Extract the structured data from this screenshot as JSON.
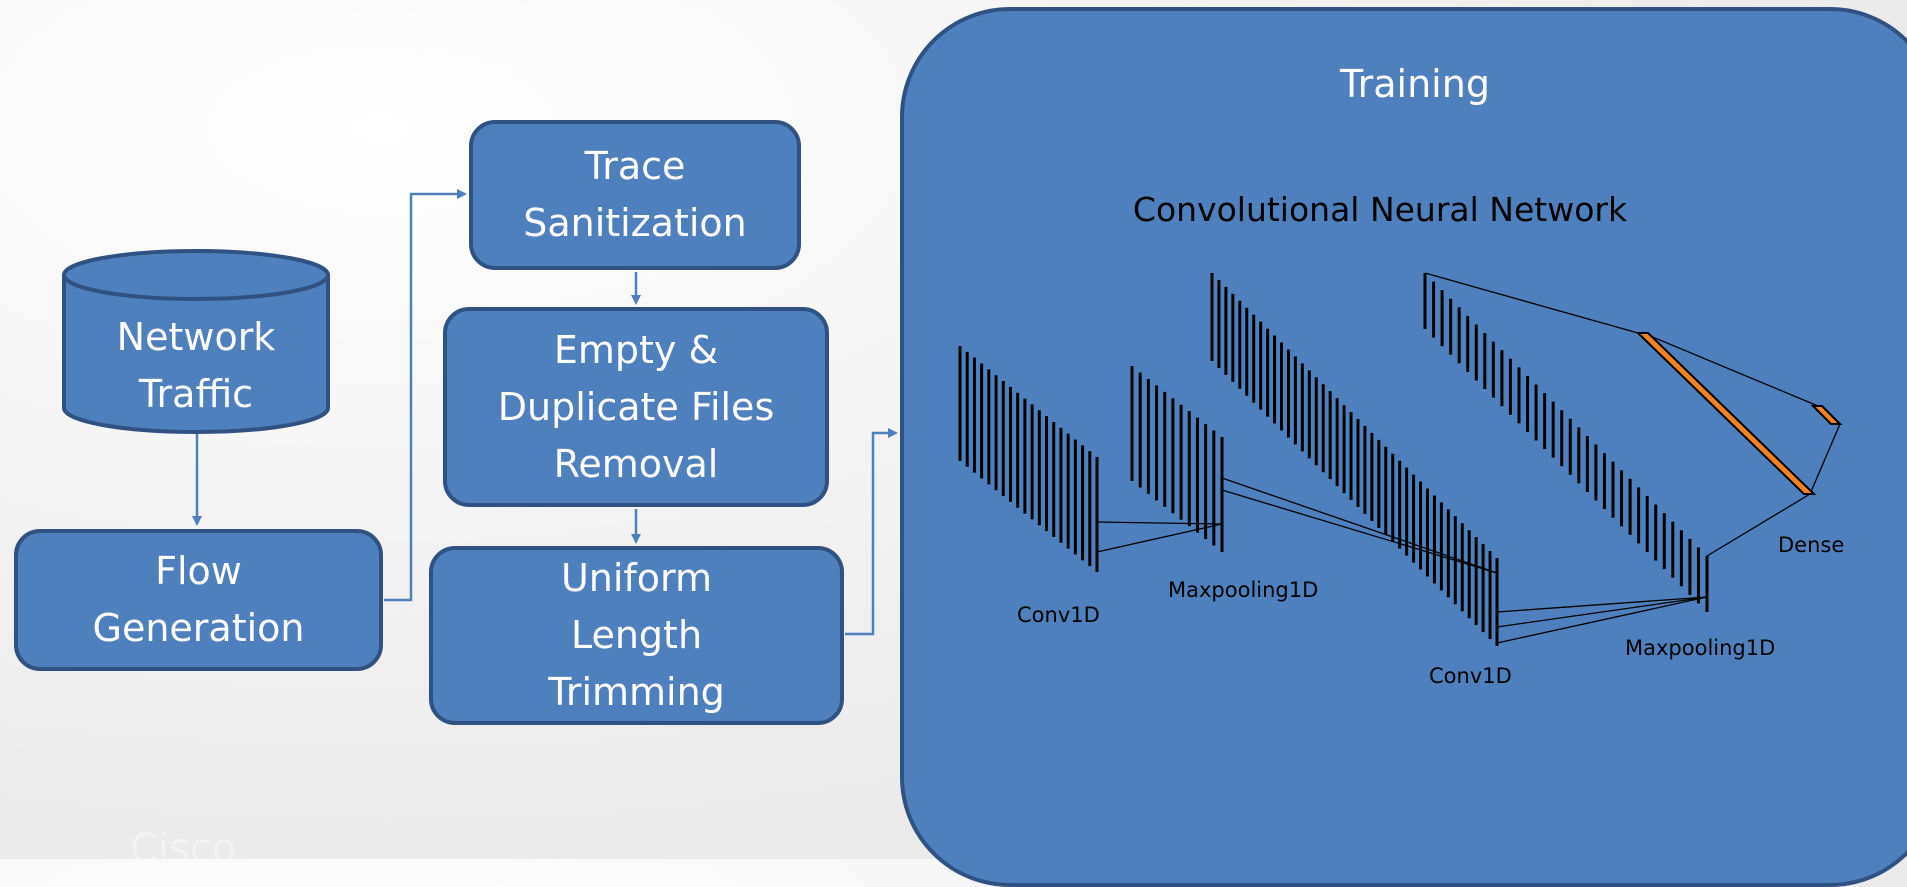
{
  "pipeline": {
    "network_traffic": "Network\nTraffic",
    "flow_generation": "Flow\nGeneration",
    "trace_sanitization": "Trace\nSanitization",
    "empty_duplicate": "Empty &\nDuplicate Files\nRemoval",
    "uniform_length": "Uniform\nLength\nTrimming"
  },
  "training": {
    "title": "Training",
    "cnn_title": "Convolutional Neural Network",
    "layers": {
      "conv1d_1": "Conv1D",
      "maxpool_1": "Maxpooling1D",
      "conv1d_2": "Conv1D",
      "maxpool_2": "Maxpooling1D",
      "dense": "Dense"
    }
  },
  "watermark": "Cisco",
  "colors": {
    "box_fill": "#4e80bd",
    "box_border": "#2f5283",
    "arrow": "#4e80bd",
    "dense_fill": "#f58220"
  }
}
